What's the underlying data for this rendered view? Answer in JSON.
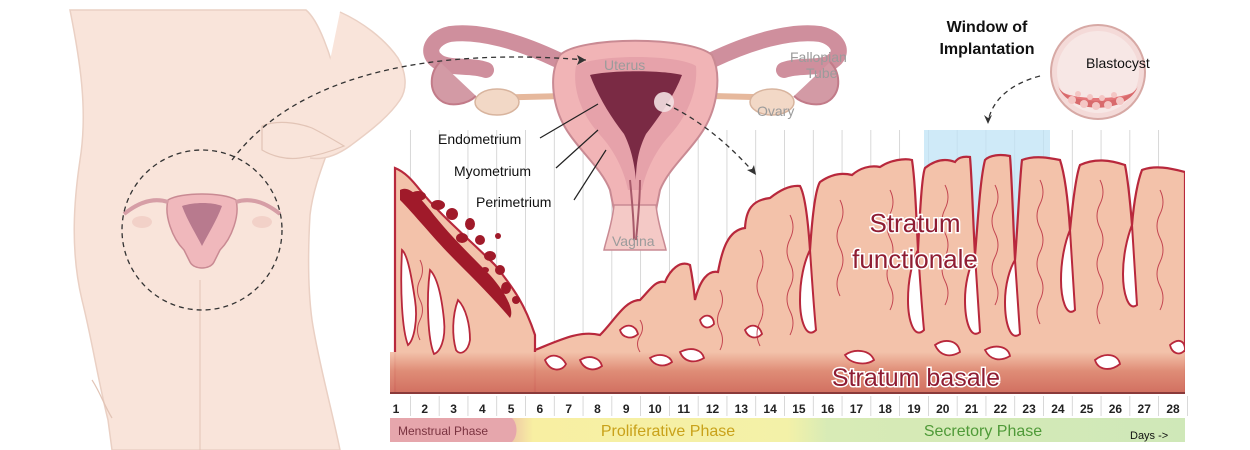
{
  "labels": {
    "uterus": "Uterus",
    "fallopian_tube_line1": "Fallopian",
    "fallopian_tube_line2": "Tube",
    "ovary": "Ovary",
    "vagina": "Vagina",
    "endometrium": "Endometrium",
    "myometrium": "Myometrium",
    "perimetrium": "Perimetrium",
    "window_line1": "Window of",
    "window_line2": "Implantation",
    "blastocyst": "Blastocyst",
    "stratum_functionale_line1": "Stratum",
    "stratum_functionale_line2": "functionale",
    "stratum_basale": "Stratum basale"
  },
  "timeline": {
    "days": [
      "1",
      "2",
      "3",
      "4",
      "5",
      "6",
      "7",
      "8",
      "9",
      "10",
      "11",
      "12",
      "13",
      "14",
      "15",
      "16",
      "17",
      "18",
      "19",
      "20",
      "21",
      "22",
      "23",
      "24",
      "25",
      "26",
      "27",
      "28"
    ],
    "phases": [
      {
        "label": "Menstrual Phase",
        "color": "#e7a7ad"
      },
      {
        "label": "Proliferative Phase",
        "color": "#f7ee9e"
      },
      {
        "label": "Secretory Phase",
        "color": "#cde7b3"
      }
    ],
    "days_label": "Days ->"
  },
  "colors": {
    "tissue": "#f3c2aa",
    "tissue_edge": "#b8283c",
    "basale": "#d9786a",
    "blood": "#a01a2a",
    "skin": "#f8e2d8",
    "window": "#bfe3f6",
    "uterus_pink": "#f2b6b8",
    "uterus_dark": "#7a2a44"
  }
}
